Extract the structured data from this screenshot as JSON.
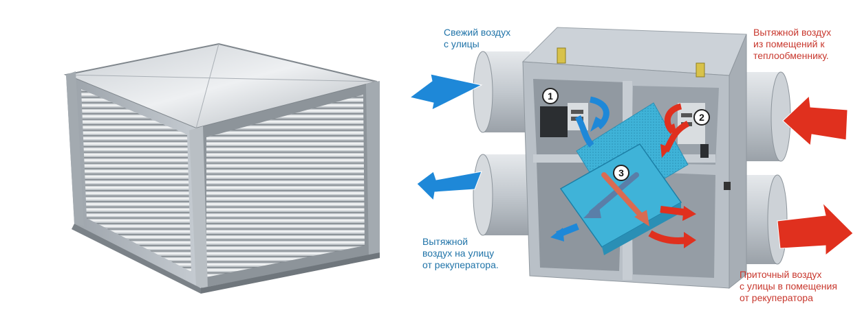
{
  "labels": {
    "fresh_air": [
      "Свежий воздух",
      "с улицы"
    ],
    "exhaust_in": [
      "Вытяжной воздух",
      "из помещений к",
      "теплообменнику."
    ],
    "exhaust_out": [
      "Вытяжной",
      "воздух на улицу",
      "от рекуператора."
    ],
    "supply_out": [
      "Приточный воздух",
      "с улицы в помещения",
      "от рекуператора"
    ]
  },
  "markers": [
    "1",
    "2",
    "3"
  ],
  "colors": {
    "fresh_flow": "#1e88d8",
    "warm_flow": "#e0301e",
    "housing": "#b9c0c7",
    "core": "#3fb3d8",
    "label_blue": "#1f73a8",
    "label_red": "#c8372d"
  }
}
